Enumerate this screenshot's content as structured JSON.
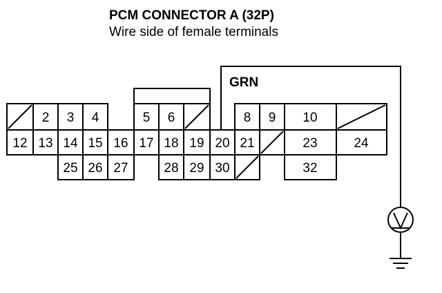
{
  "title": "PCM CONNECTOR A (32P)",
  "subtitle": "Wire side of female terminals",
  "wire_label": "GRN",
  "pins": {
    "p2": "2",
    "p3": "3",
    "p4": "4",
    "p5": "5",
    "p6": "6",
    "p8": "8",
    "p9": "9",
    "p10": "10",
    "p12": "12",
    "p13": "13",
    "p14": "14",
    "p15": "15",
    "p16": "16",
    "p17": "17",
    "p18": "18",
    "p19": "19",
    "p20": "20",
    "p21": "21",
    "p23": "23",
    "p24": "24",
    "p25": "25",
    "p26": "26",
    "p27": "27",
    "p28": "28",
    "p29": "29",
    "p30": "30",
    "p32": "32"
  },
  "meter_icon": "voltmeter-icon",
  "ground_icon": "ground-icon"
}
